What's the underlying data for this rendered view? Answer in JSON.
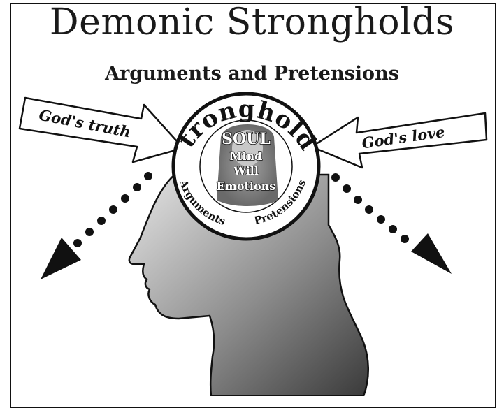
{
  "title": "Demonic Strongholds",
  "subtitle": "Arguments and Pretensions",
  "left_arrow_label": "God's truth",
  "right_arrow_label": "God's love",
  "circle": {
    "ring_top": "Strongholds",
    "ring_bottom_left": "Arguments",
    "ring_bottom_right": "Pretensions",
    "center_heading": "SOUL",
    "center_lines": [
      "Mind",
      "Will",
      "Emotions"
    ]
  }
}
